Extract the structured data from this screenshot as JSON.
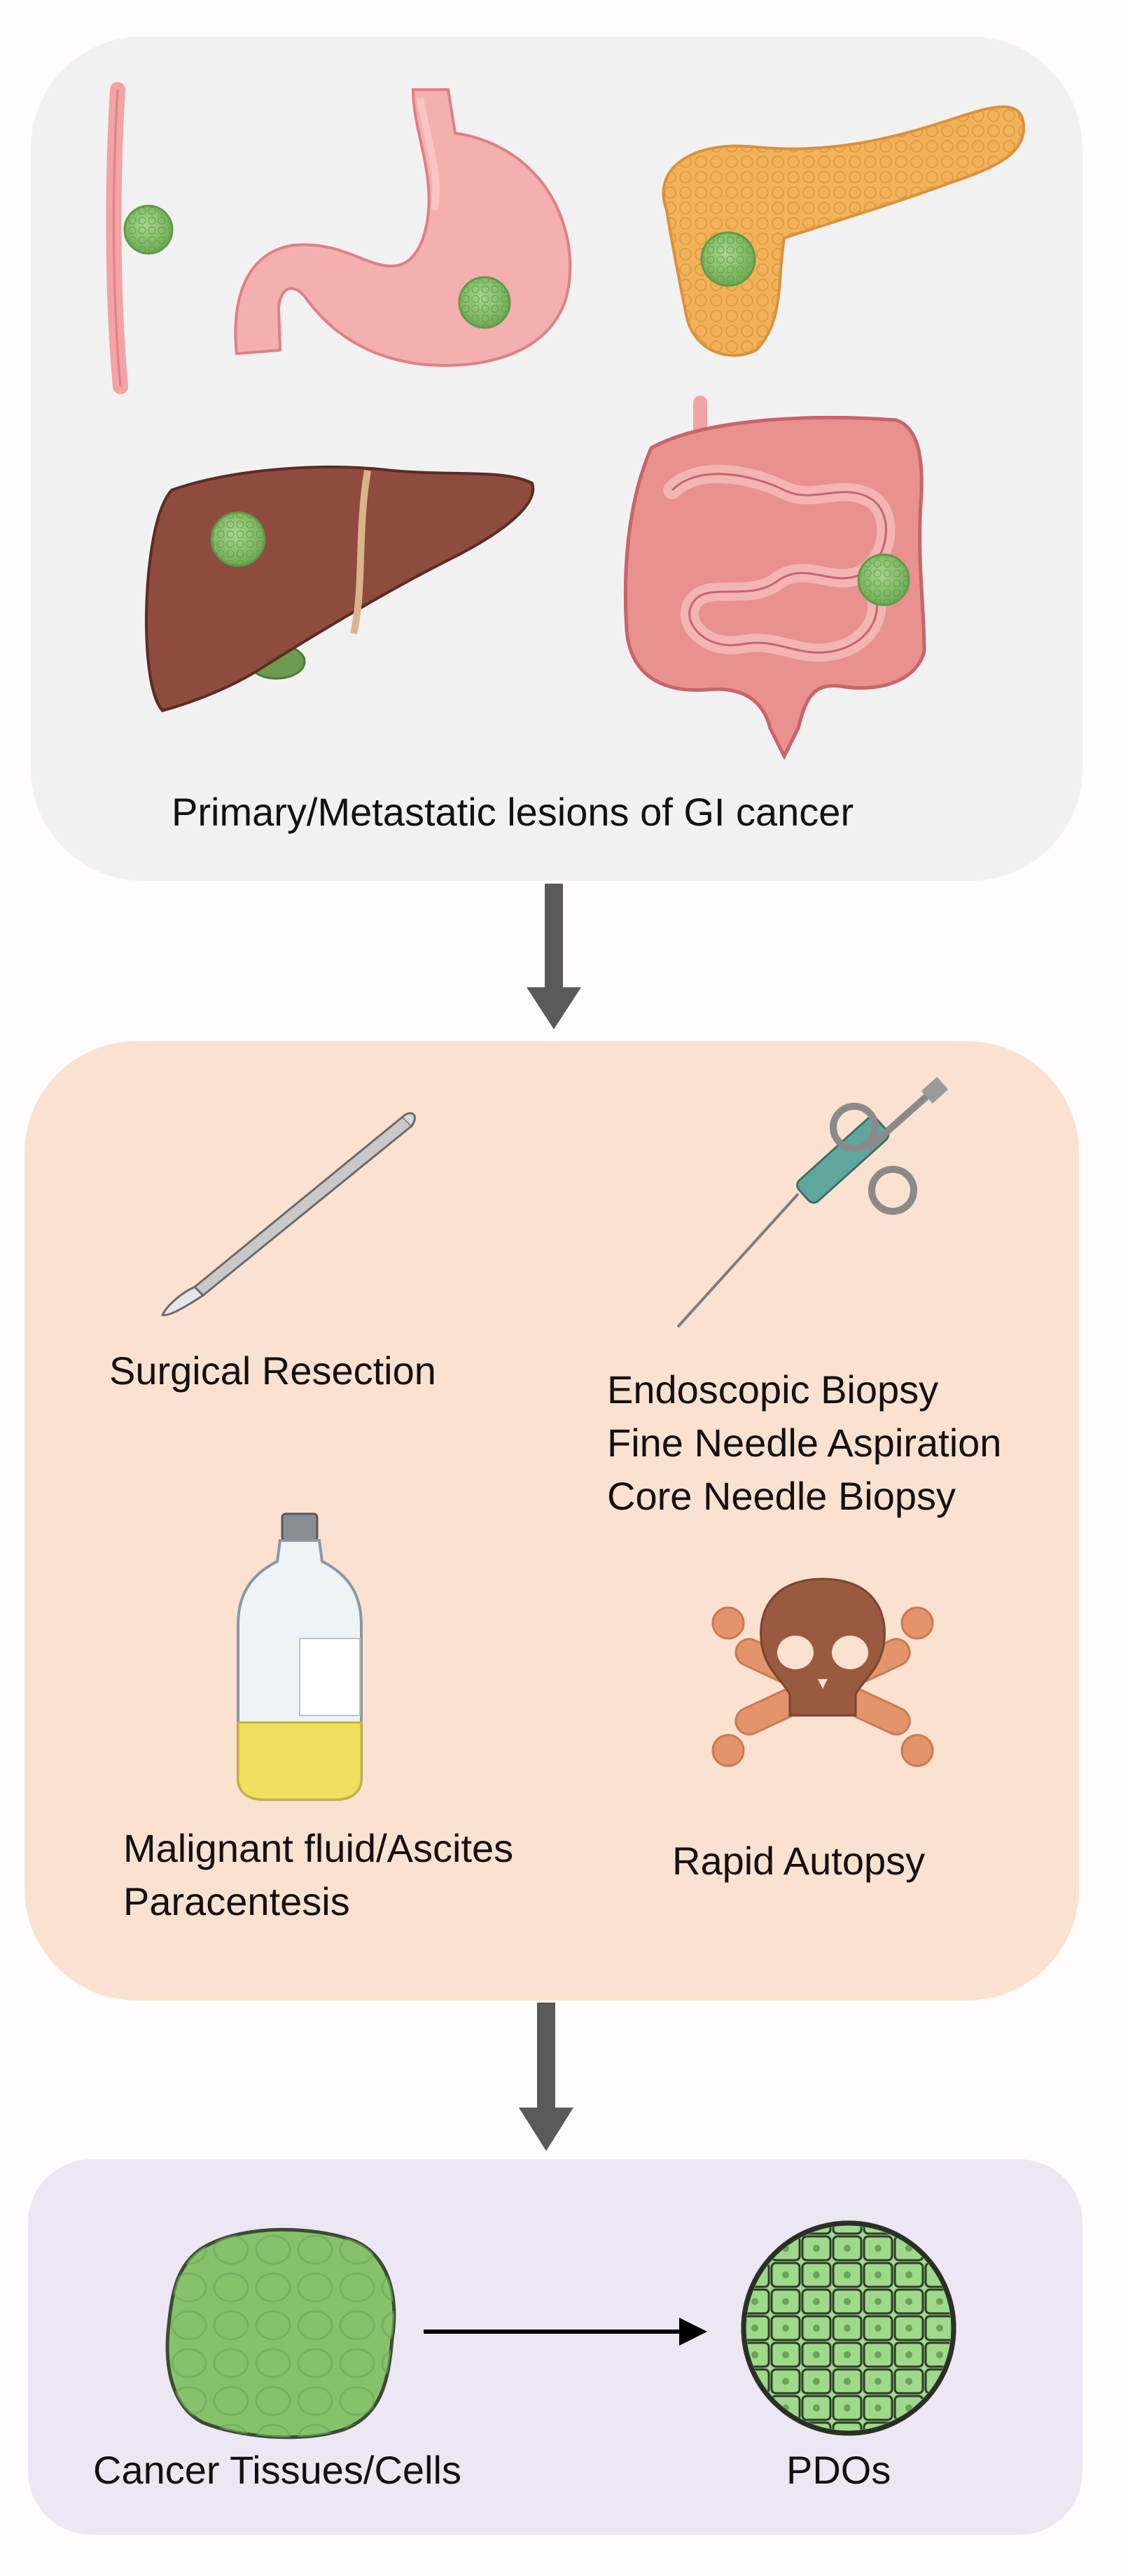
{
  "top_panel": {
    "caption": "Primary/Metastatic lesions of GI cancer",
    "organs": [
      "esophagus-icon",
      "stomach-icon",
      "pancreas-icon",
      "liver-icon",
      "intestine-icon"
    ]
  },
  "middle_panel": {
    "surgical": {
      "label": "Surgical Resection",
      "icon": "scalpel-icon"
    },
    "biopsy": {
      "icon": "biopsy-needle-icon",
      "lines": [
        "Endoscopic Biopsy",
        "Fine Needle Aspiration",
        "Core Needle Biopsy"
      ]
    },
    "fluid": {
      "icon": "bottle-icon",
      "lines": [
        "Malignant fluid/Ascites",
        "Paracentesis"
      ]
    },
    "autopsy": {
      "label": "Rapid Autopsy",
      "icon": "skull-crossbones-icon"
    }
  },
  "bottom_panel": {
    "source": {
      "label": "Cancer Tissues/Cells",
      "icon": "tissue-cluster-icon"
    },
    "result": {
      "label": "PDOs",
      "icon": "organoid-icon"
    }
  },
  "colors": {
    "top_panel_bg": "#f2f1f2",
    "middle_panel_bg": "#fbe1d0",
    "bottom_panel_bg": "#ece7f2",
    "arrow": "#5a5a5a",
    "tumor_green": "#86c26a",
    "liver_brown": "#8b4a3c",
    "stomach_pink": "#f3a9a9",
    "pancreas_orange": "#f0b355",
    "skull_brown": "#9a5a3f",
    "bone_salmon": "#e3946b"
  }
}
